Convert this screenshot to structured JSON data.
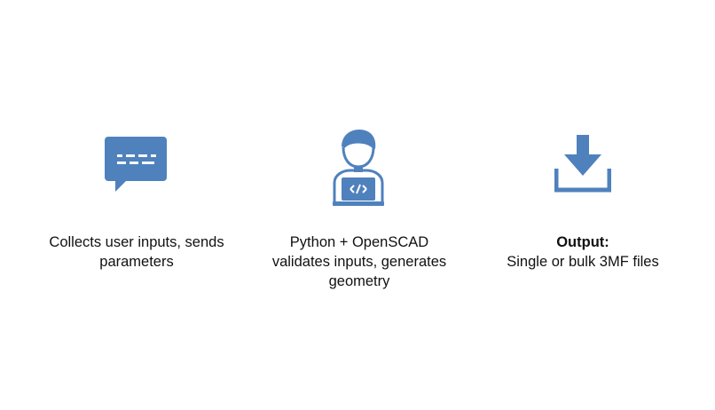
{
  "colors": {
    "icon": "#4F81BD",
    "text": "#111111",
    "background": "#ffffff"
  },
  "steps": [
    {
      "icon": "chat-bubble-icon",
      "lines": [
        "Collects user inputs, sends",
        "parameters"
      ]
    },
    {
      "icon": "developer-laptop-icon",
      "lines": [
        "Python + OpenSCAD",
        "validates inputs, generates",
        "geometry"
      ]
    },
    {
      "icon": "download-icon",
      "heading": "Output:",
      "lines": [
        "Single or bulk 3MF files"
      ]
    }
  ]
}
